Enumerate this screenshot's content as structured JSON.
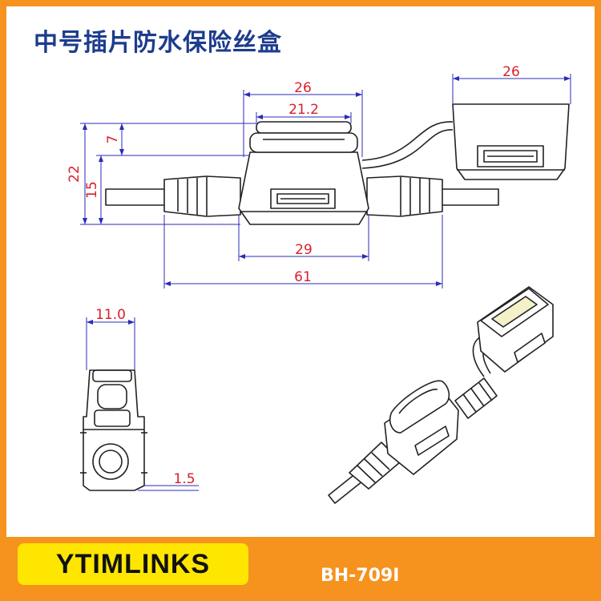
{
  "title": "中号插片防水保险丝盒",
  "brand": "YTIMLINKS",
  "model": "BH-709Ⅰ",
  "colors": {
    "accent_orange": "#f6921e",
    "title_blue": "#1d3c8e",
    "brand_yellow": "#ffe600",
    "dimension_red": "#d81f2a",
    "dimension_blue": "#2b2bb8"
  },
  "dimensions": {
    "body_top_width": "26",
    "body_inner_width": "21.2",
    "cap_width": "26",
    "body_height": "22",
    "lid_height": "7",
    "body_lower_height": "15",
    "body_bottom_width": "29",
    "overall_length": "61",
    "side_width": "11.0",
    "side_offset": "1.5"
  }
}
